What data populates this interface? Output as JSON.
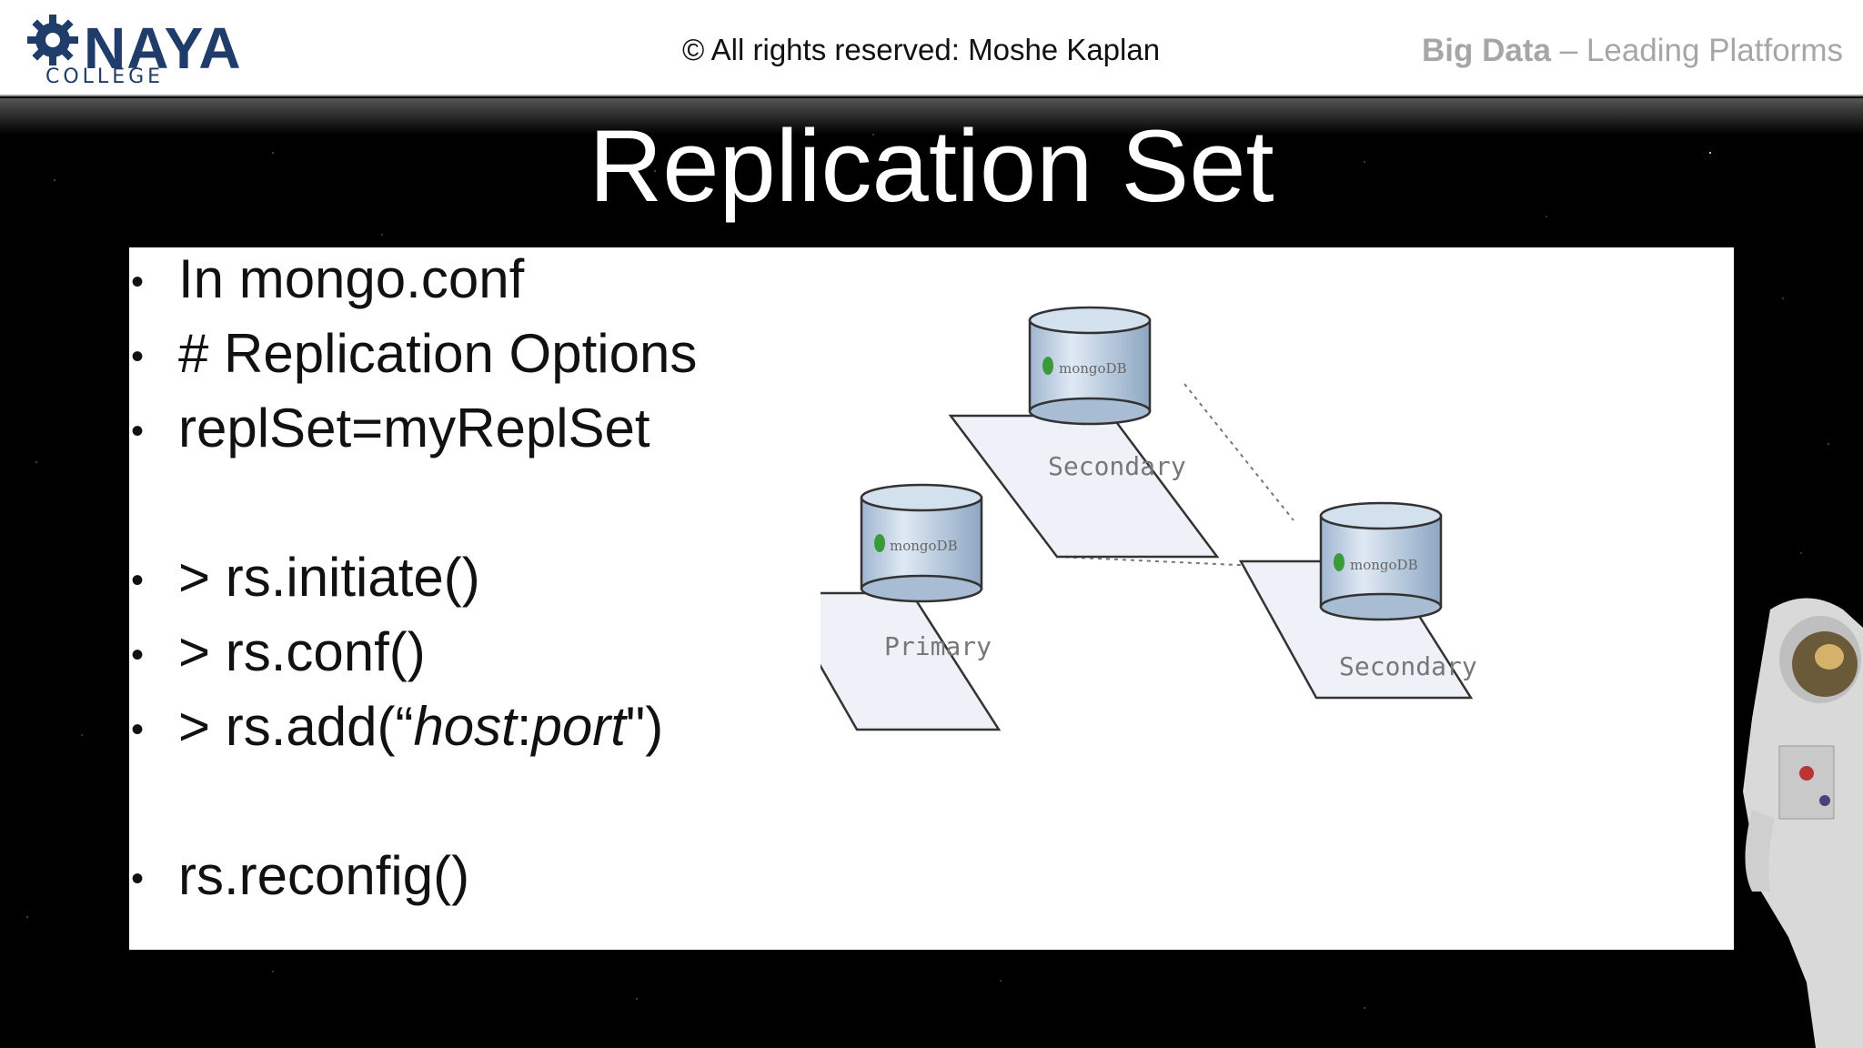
{
  "header": {
    "logo_word": "NAYA",
    "logo_sub": "COLLEGE",
    "copyright": "© All rights reserved: Moshe Kaplan",
    "course_bold": "Big Data",
    "course_rest": " – Leading Platforms"
  },
  "slide": {
    "title": "Replication Set",
    "bullets": [
      {
        "text": "In mongo.conf"
      },
      {
        "text": "# Replication Options"
      },
      {
        "text": "replSet=myReplSet"
      },
      {
        "text": "> rs.initiate()"
      },
      {
        "text": "> rs.conf()"
      },
      {
        "pre": "> rs.add(“",
        "host": "host",
        "colon": ":",
        "port": "port",
        "post": "\")"
      },
      {
        "text": "rs.reconfig()"
      }
    ],
    "bullet_glyph": "•"
  },
  "diagram": {
    "nodes": [
      {
        "role": "Secondary",
        "logo": "mongoDB"
      },
      {
        "role": "Primary",
        "logo": "mongoDB"
      },
      {
        "role": "Secondary",
        "logo": "mongoDB"
      }
    ]
  },
  "colors": {
    "brand": "#1f3c6a",
    "cylinder": "#c7d7e8",
    "platform": "#e6edf6"
  }
}
